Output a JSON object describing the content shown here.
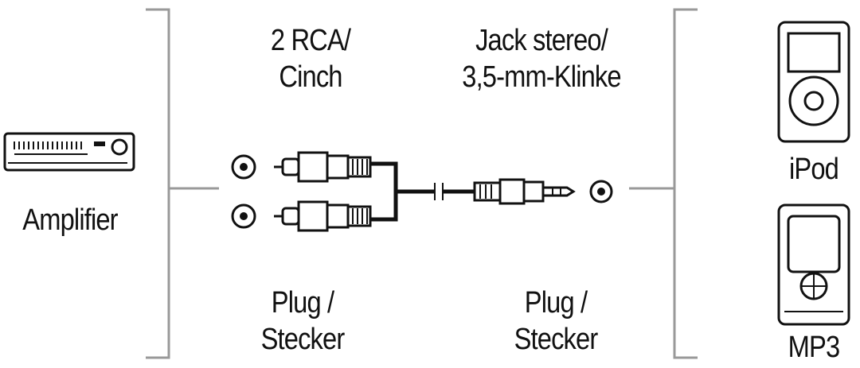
{
  "left_device": {
    "label": "Amplifier"
  },
  "right_devices": [
    {
      "label": "iPod"
    },
    {
      "label": "MP3"
    }
  ],
  "connector_left": {
    "line1": "2 RCA/",
    "line2": "Cinch"
  },
  "connector_right": {
    "line1": "Jack stereo/",
    "line2": "3,5-mm-Klinke"
  },
  "plug_left": {
    "line1": "Plug /",
    "line2": "Stecker"
  },
  "plug_right": {
    "line1": "Plug /",
    "line2": "Stecker"
  },
  "colors": {
    "stroke": "#111111",
    "bracket": "#999999",
    "fill": "#ffffff"
  }
}
